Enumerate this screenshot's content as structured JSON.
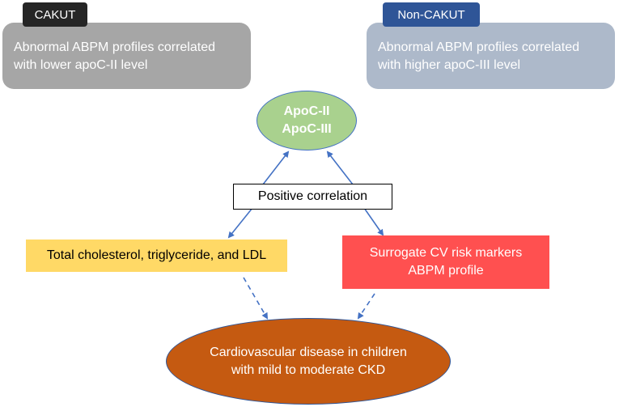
{
  "colors": {
    "cakut_tag": "#262626",
    "cakut_panel": "#a6a6a6",
    "noncakut_tag": "#2f5597",
    "noncakut_panel": "#adb9ca",
    "apoc_ellipse": "#a9d18e",
    "lipid_box": "#ffd966",
    "cv_box": "#ff5050",
    "cvd_ellipse": "#c55a11",
    "arrow": "#4472c4"
  },
  "cakut": {
    "tag": "CAKUT",
    "line1": "Abnormal ABPM profiles correlated",
    "line2": "with lower apoC-II level"
  },
  "non_cakut": {
    "tag": "Non-CAKUT",
    "line1": "Abnormal ABPM profiles correlated",
    "line2": "with higher apoC-III level"
  },
  "apoc": {
    "line1": "ApoC-II",
    "line2": "ApoC-III"
  },
  "correlation": "Positive correlation",
  "lipids": "Total cholesterol, triglyceride, and LDL",
  "cv_markers": {
    "line1": "Surrogate CV risk markers",
    "line2": "ABPM profile"
  },
  "cvd": {
    "line1": "Cardiovascular disease in children",
    "line2": "with mild to moderate CKD"
  }
}
